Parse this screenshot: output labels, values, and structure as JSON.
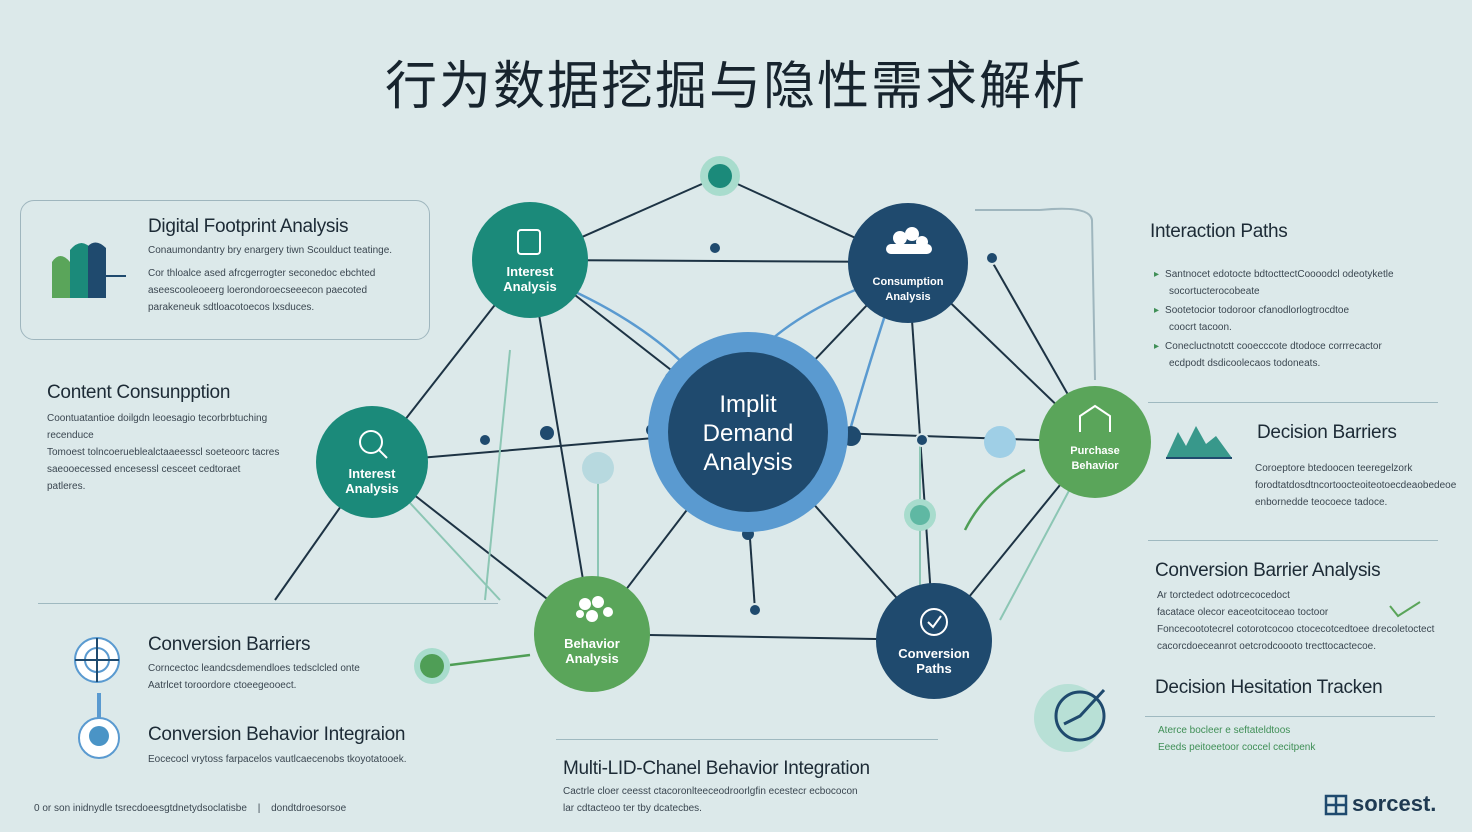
{
  "title": "行为数据挖掘与隐性需求解析",
  "center_node": {
    "lines": [
      "Implit",
      "Demand",
      "Analysis"
    ]
  },
  "nodes": {
    "interest_top": {
      "lines": [
        "Interest",
        "Analysis"
      ]
    },
    "consumption": {
      "lines": [
        "Consumption",
        "Analysis"
      ]
    },
    "interest_left": {
      "lines": [
        "Interest",
        "Analysis"
      ]
    },
    "behavior_right": {
      "lines": [
        "Purchase",
        "Behavior"
      ]
    },
    "behavior_bottom": {
      "lines": [
        "Behavior",
        "Analysis"
      ]
    },
    "conversion": {
      "lines": [
        "Conversion",
        "Paths"
      ]
    }
  },
  "left": {
    "digital_footprint": {
      "heading": "Digital Footprint Analysis",
      "body": [
        "Conaumondantry bry enargery tiwn Scoulduct teatinge.",
        "Cor thloalce ased afrcgerrogter seconedoc ebchted",
        "aseescooleoeerg loerondoroecseeecon paecoted",
        "parakeneuk sdtloacotoecos lxsduces."
      ]
    },
    "content_consumption": {
      "heading": "Content Consunpption",
      "body": [
        "Coontuatantioe doilgdn leoesagio tecorbrbtuching",
        "recenduce",
        "Tomoest tolncoerueblealctaaeesscl soeteoorc tacres",
        "saeooecessed encesessl cesceet cedtoraet",
        "patleres."
      ]
    },
    "conversion_barriers": {
      "heading": "Conversion Barriers",
      "body": [
        "Corncectoc leandcsdemendloes tedsclcled onte",
        "Aatrlcet toroordore ctoeegeooect."
      ]
    },
    "conversion_behavior": {
      "heading": "Conversion Behavior Integraion",
      "body": [
        "Eocecocl vrytoss farpacelos vautlcaecenobs tkoyotatooek."
      ]
    }
  },
  "right": {
    "interaction_paths": {
      "heading": "Interaction Paths",
      "items": [
        [
          "Santnocet edotocte bdtocttectCoooodcl odeotyketle",
          "socortucterocobeate"
        ],
        [
          "Sootetocior todoroor cfanodlorlogtrocdtoe",
          "coocrt tacoon."
        ],
        [
          "Conecluctnotctt cooecccote dtodoce corrrecactor",
          "ecdpodt dsdicoolecaos todoneats."
        ]
      ]
    },
    "decision_barriers": {
      "heading": "Decision Barriers",
      "body": [
        "Coroeptore btedoocen teeregelzork",
        "forodtatdosdtncortoocteoiteotoecdeaobedeoe",
        "enbornedde teocoece tadoce."
      ]
    },
    "conversion_barrier_analysis": {
      "heading": "Conversion Barrier Analysis",
      "body": [
        "Ar torctedect odotrcecocedoct",
        "facatace olecor eaceotcitoceao toctoor",
        "Foncecoototecrel cotorotcocoo ctocecotcedtoee drecoletoctect",
        "cacorcdoeceanrot oetcrodcoooto trecttocactecoe."
      ]
    },
    "decision_hesitation": {
      "heading": "Decision Hesitation Tracken",
      "body": [
        "Aterce bocleer e seftateldtoos",
        "Eeeds peitoeetoor coccel cecitpenk"
      ]
    }
  },
  "bottom": {
    "heading": "Multi-LID-Chanel Behavior Integration",
    "body": [
      "Cactrle cloer ceesst ctacoronlteeceodroorlgfin ecestecr ecbococon",
      "lar cdtacteoo ter tby dcatecbes."
    ]
  },
  "footer": {
    "left": "0 or son inidnydle tsrecdoeesgtdnetydsoclatisbe",
    "separator": "|",
    "right": "dondtdroesorsoe"
  },
  "logo": {
    "text": "sorcest."
  },
  "colors": {
    "teal": "#1b8a7a",
    "navy": "#1f4a6e",
    "green": "#5aa55a",
    "blue": "#4a94c6",
    "line": "#1d3344"
  }
}
